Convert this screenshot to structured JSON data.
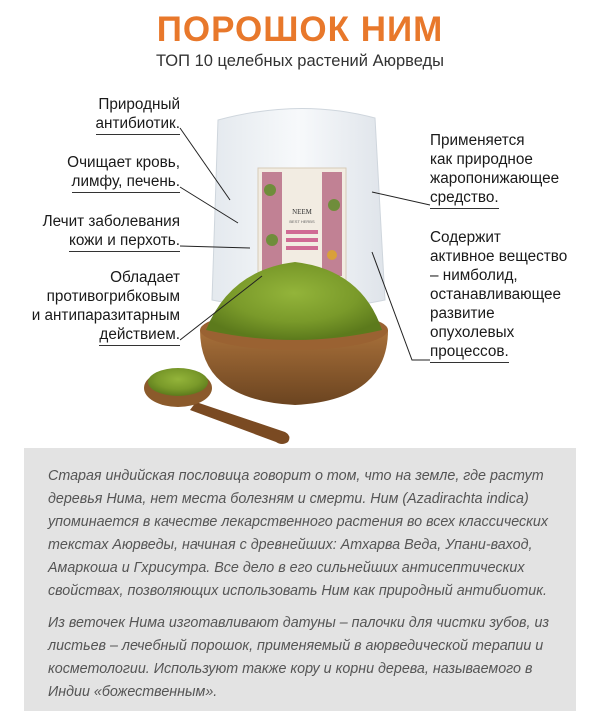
{
  "header": {
    "title": "ПОРОШОК НИМ",
    "subtitle": "ТОП 10 целебных растений Аюрведы"
  },
  "product": {
    "package_brand": "NEEM",
    "package_sub": "BEST HERBS"
  },
  "callouts_left": [
    {
      "line1": "Природный",
      "line2": "антибиотик."
    },
    {
      "line1": "Очищает кровь,",
      "line2": "лимфу, печень."
    },
    {
      "line1": "Лечит заболевания",
      "line2": "кожи и перхоть."
    },
    {
      "line1": "Обладает",
      "line2": "противогрибковым",
      "line3": "и антипаразитарным",
      "line4": "действием."
    }
  ],
  "callouts_right": [
    {
      "line1": "Применяется",
      "line2": "как природное",
      "line3": "жаропонижающее",
      "line4": "средство."
    },
    {
      "line1": "Содержит",
      "line2": "активное вещество",
      "line3": "– нимболид,",
      "line4": "останавливающее",
      "line5": "развитие",
      "line6": "опухолевых",
      "line7": "процессов."
    }
  ],
  "description": {
    "paragraph1": "Старая индийская пословица говорит о том, что на земле, где растут деревья Нима, нет места болезням и смерти. Ним (Azadirachta indica) упоминается в качестве лекарственного растения во всех классических текстах Аюрведы, начиная с древнейших: Атхарва Веда, Упани-ваход, Амаркоша и Гхрисутра. Все дело в его сильнейших антисептических свойствах, позволяющих использовать Ним как природный антибиотик.",
    "paragraph2": "Из веточек Нима изготавливают датуны – палочки для чистки зубов, из листьев – лечебный порошок, применяемый в аюрведической терапии и косметологии. Используют также кору и корни дерева, называемого в Индии «божественным»."
  },
  "colors": {
    "title": "#e8782b",
    "powder": "#7a9a2a",
    "bowl": "#8b5a2b",
    "quote_bg": "#e3e3e3"
  }
}
